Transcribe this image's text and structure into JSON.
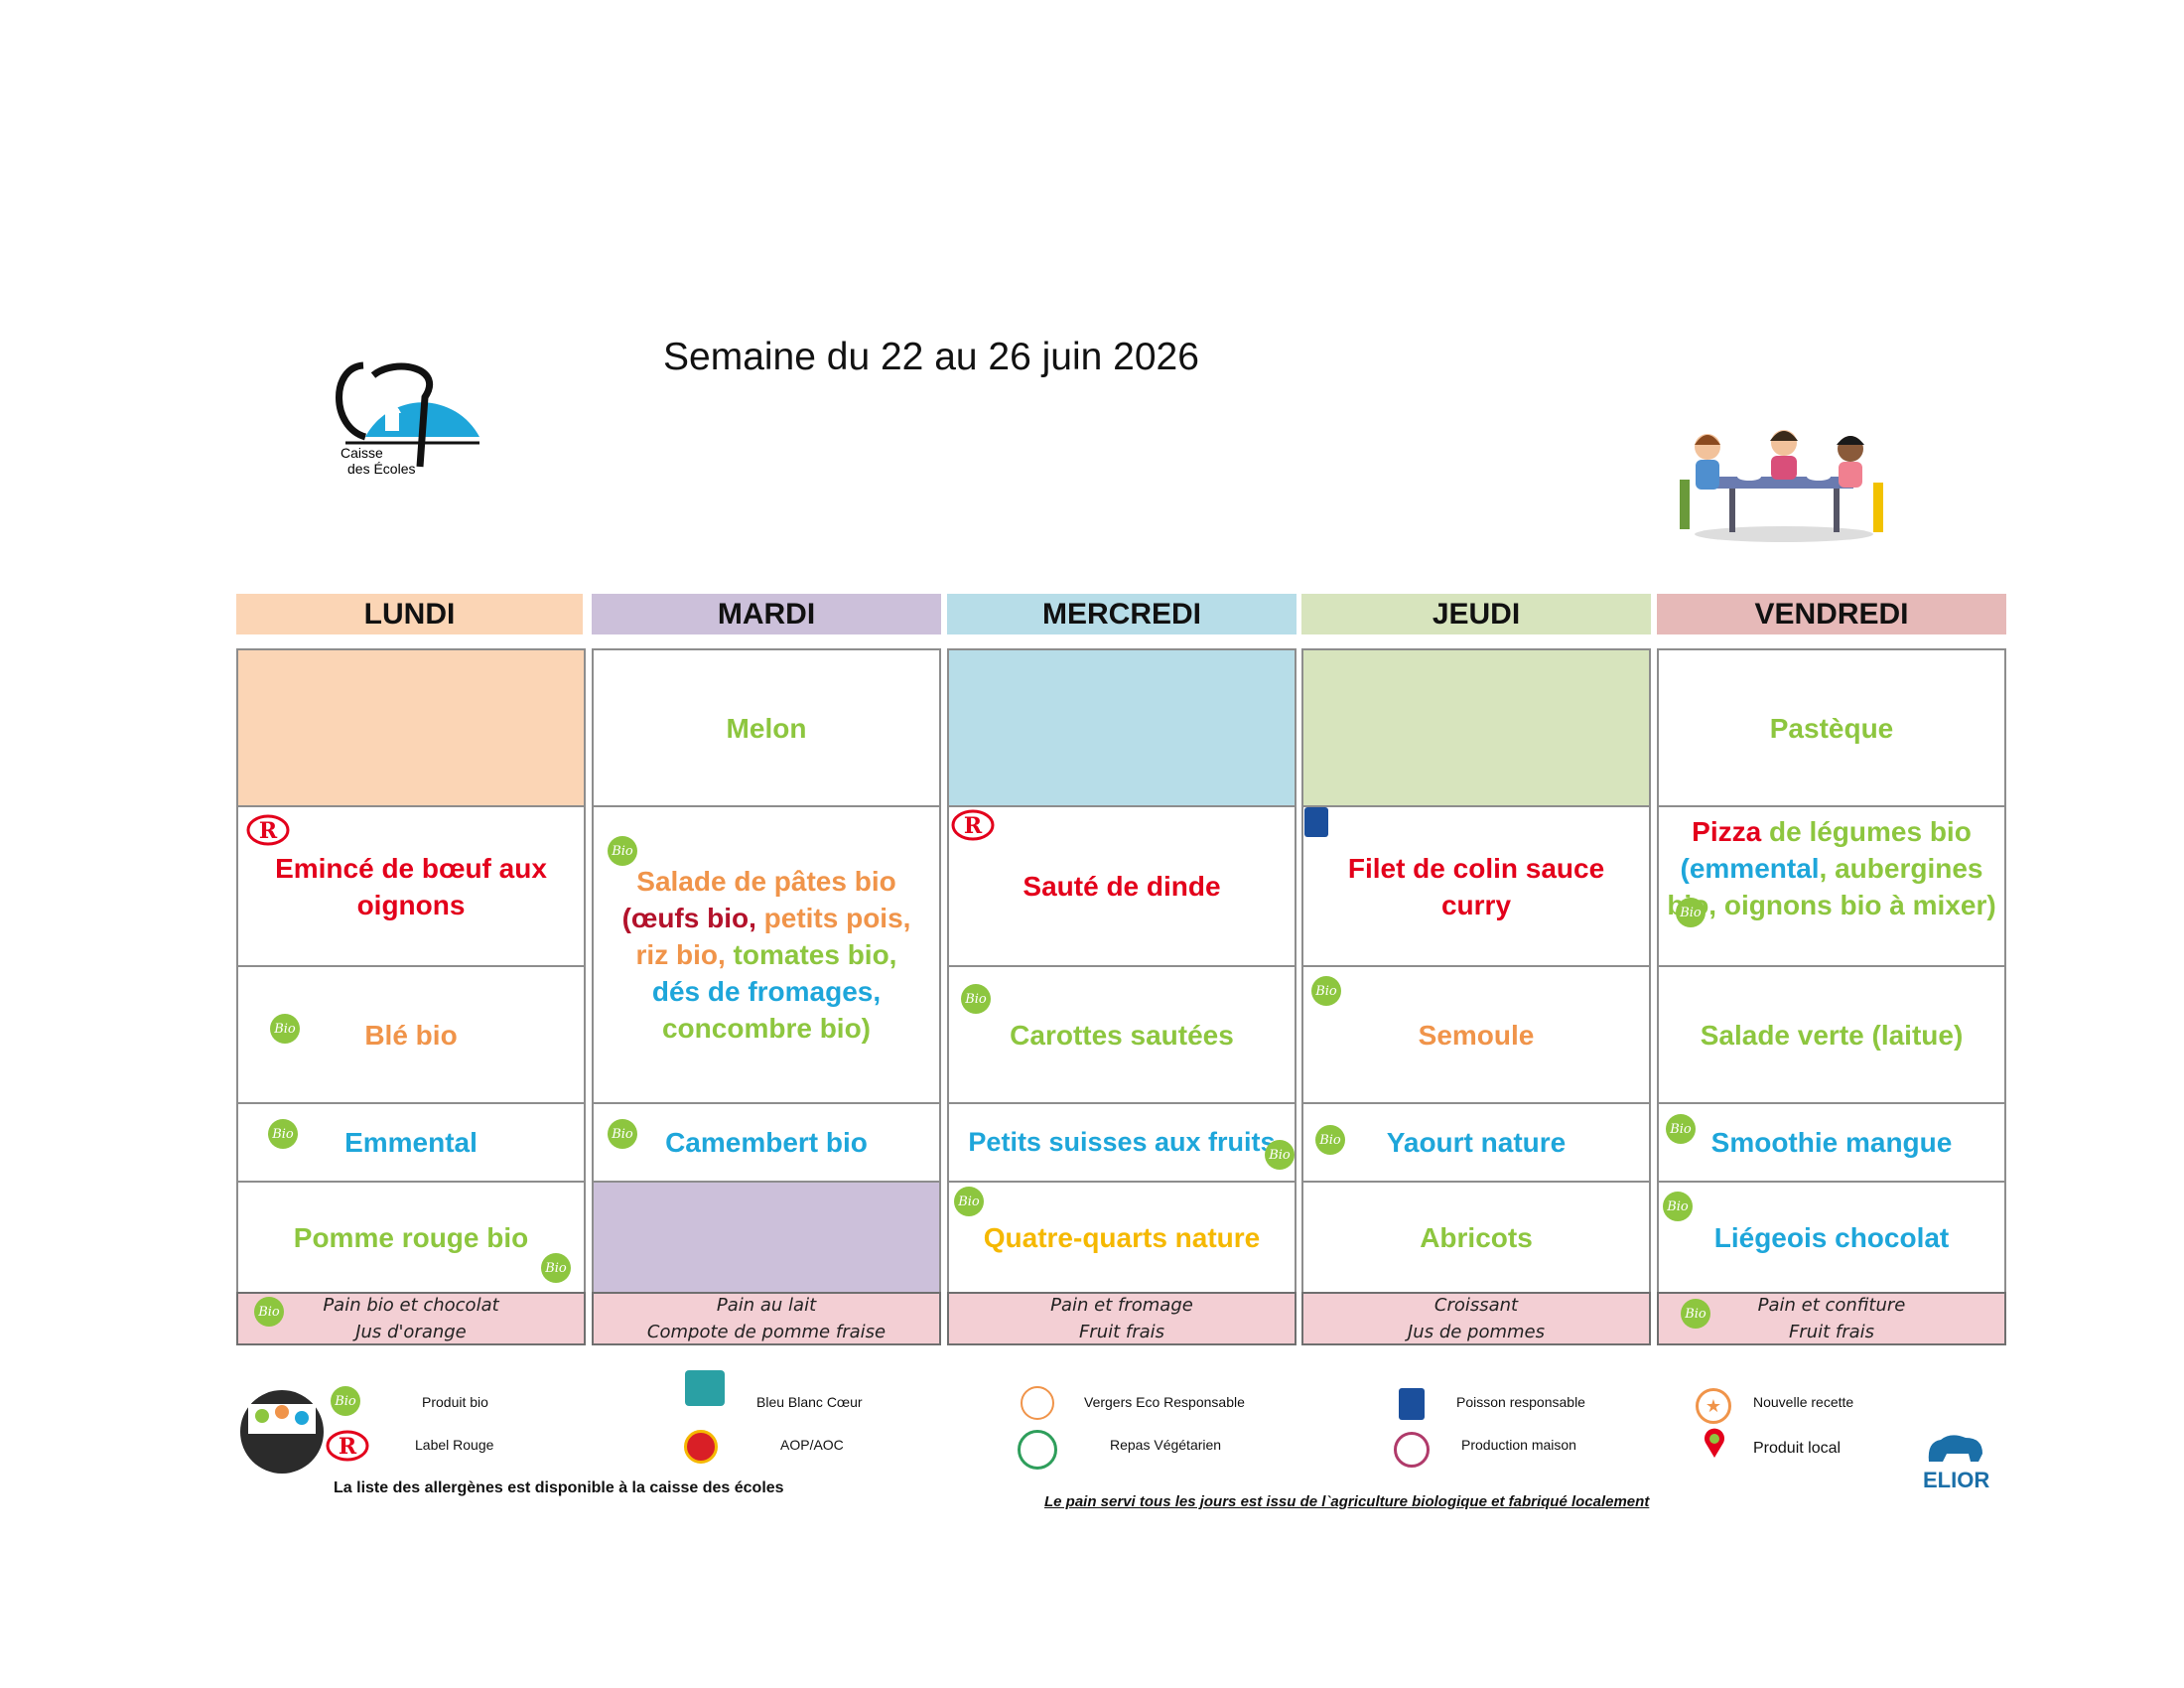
{
  "title": "Semaine du 22 au 26 juin 2026",
  "logo": {
    "line1": "Caisse",
    "line2": "des Écoles",
    "number": "7"
  },
  "days": [
    "LUNDI",
    "MARDI",
    "MERCREDI",
    "JEUDI",
    "VENDREDI"
  ],
  "colors": {
    "lundi": "#fbd5b5",
    "mardi": "#ccc0da",
    "mercredi": "#b7dde8",
    "jeudi": "#d7e4bd",
    "vendredi": "#e6b9b8",
    "snack": "#f3cfd4",
    "green": "#8dc63f",
    "orange": "#f0944a",
    "red": "#e3001b",
    "blue": "#1ea6da"
  },
  "menu": {
    "lundi": {
      "main": "Emincé de bœuf aux oignons",
      "side": "Blé bio",
      "dairy": "Emmental",
      "dessert": "Pomme rouge bio",
      "snack1": "Pain bio et chocolat",
      "snack2": "Jus d'orange"
    },
    "mardi": {
      "starter": "Melon",
      "main_a": "Salade de pâtes bio",
      "main_b": "(œufs bio,",
      "main_c": "petits pois,",
      "main_d": "riz bio,",
      "main_e": "tomates bio,",
      "main_f": "dés de fromages,",
      "main_g": "concombre bio)",
      "dairy": "Camembert bio",
      "snack1": "Pain au lait",
      "snack2": "Compote de pomme fraise"
    },
    "mercredi": {
      "main": "Sauté de dinde",
      "side": "Carottes sautées",
      "dairy": "Petits suisses aux fruits",
      "dessert": "Quatre-quarts nature",
      "snack1": "Pain et fromage",
      "snack2": "Fruit frais"
    },
    "jeudi": {
      "main": "Filet de colin sauce curry",
      "side": "Semoule",
      "dairy": "Yaourt nature",
      "dessert": "Abricots",
      "snack1": "Croissant",
      "snack2": "Jus de pommes"
    },
    "vendredi": {
      "starter": "Pastèque",
      "main_a": "Pizza",
      "main_b": "de légumes bio",
      "main_c": "(emmental",
      "main_d": ", aubergines bio, oignons bio à mixer)",
      "side": "Salade verte (laitue)",
      "dairy": "Smoothie mangue",
      "dessert": "Liégeois chocolat",
      "snack1": "Pain et confiture",
      "snack2": "Fruit frais"
    }
  },
  "legend": {
    "bio": "Produit bio",
    "label_rouge": "Label Rouge",
    "bbc": "Bleu Blanc Cœur",
    "aop": "AOP/AOC",
    "vergers": "Vergers Eco Responsable",
    "vege": "Repas Végétarien",
    "poisson": "Poisson responsable",
    "maison": "Production maison",
    "nouvelle": "Nouvelle recette",
    "local": "Produit local",
    "allergenes": "La liste des allergènes est disponible à la caisse des écoles",
    "pain": "Le pain servi tous les jours est issu de l`agriculture biologique et fabriqué localement",
    "elior": "ELIOR"
  }
}
